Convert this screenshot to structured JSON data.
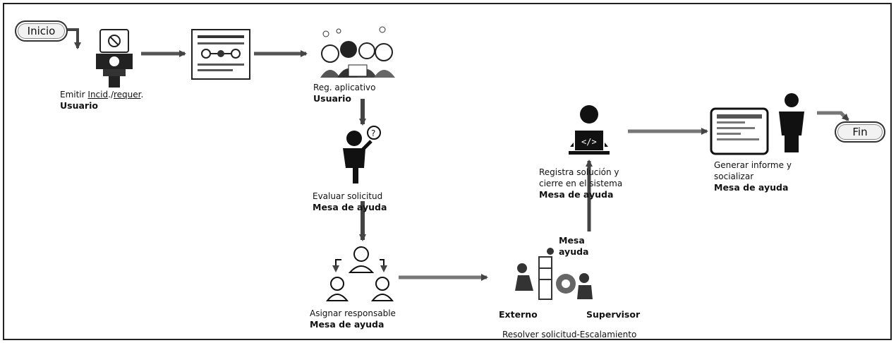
{
  "diagram": {
    "start": "Inicio",
    "end": "Fin",
    "steps": {
      "emitir": {
        "prefix": "Emitir ",
        "link1": "Incid",
        "sep": ".",
        "slash": "/",
        "link2": "requer",
        "suffix": ".",
        "role": "Usuario"
      },
      "registro": {
        "line1": "Reg. aplicativo",
        "role": "Usuario"
      },
      "evaluar": {
        "line1": "Evaluar solicitud",
        "role": "Mesa de ayuda"
      },
      "asignar": {
        "line1": "Asignar responsable",
        "role": "Mesa de ayuda"
      },
      "resolver": {
        "line1": "Resolver solicitud-Escalamiento",
        "actor_left": "Externo",
        "actor_right": "Supervisor",
        "actor_top_line1": "Mesa",
        "actor_top_line2": "ayuda"
      },
      "registrar": {
        "line1": "Registra solución y",
        "line2": "cierre en el sistema",
        "role": "Mesa de ayuda"
      },
      "generar": {
        "line1": "Generar informe y",
        "line2": "socializar",
        "role": "Mesa de ayuda"
      }
    },
    "icons": [
      "lock-scanner-icon",
      "document-form-icon",
      "team-users-icon",
      "thinking-person-icon",
      "hierarchy-assign-icon",
      "team-gears-icon",
      "developer-laptop-icon",
      "report-presenter-icon"
    ]
  }
}
